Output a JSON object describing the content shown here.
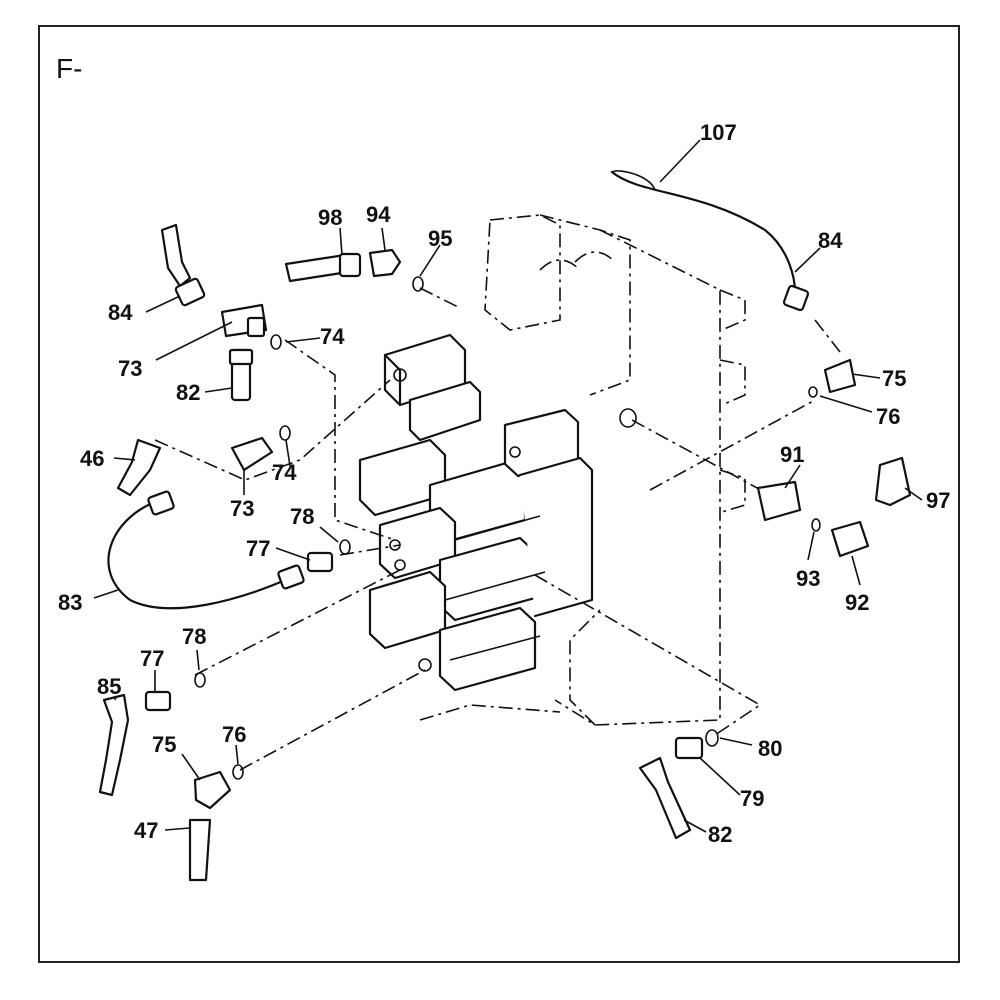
{
  "page": {
    "corner_code": "F-"
  },
  "callouts": [
    {
      "id": "c107",
      "label": "107"
    },
    {
      "id": "c84a",
      "label": "84"
    },
    {
      "id": "c98",
      "label": "98"
    },
    {
      "id": "c94",
      "label": "94"
    },
    {
      "id": "c95",
      "label": "95"
    },
    {
      "id": "c84b",
      "label": "84"
    },
    {
      "id": "c73a",
      "label": "73"
    },
    {
      "id": "c74a",
      "label": "74"
    },
    {
      "id": "c82a",
      "label": "82"
    },
    {
      "id": "c75a",
      "label": "75"
    },
    {
      "id": "c76a",
      "label": "76"
    },
    {
      "id": "c46",
      "label": "46"
    },
    {
      "id": "c74b",
      "label": "74"
    },
    {
      "id": "c73b",
      "label": "73"
    },
    {
      "id": "c91",
      "label": "91"
    },
    {
      "id": "c97",
      "label": "97"
    },
    {
      "id": "c78a",
      "label": "78"
    },
    {
      "id": "c77a",
      "label": "77"
    },
    {
      "id": "c93",
      "label": "93"
    },
    {
      "id": "c92",
      "label": "92"
    },
    {
      "id": "c83",
      "label": "83"
    },
    {
      "id": "c78b",
      "label": "78"
    },
    {
      "id": "c77b",
      "label": "77"
    },
    {
      "id": "c85",
      "label": "85"
    },
    {
      "id": "c76b",
      "label": "76"
    },
    {
      "id": "c75b",
      "label": "75"
    },
    {
      "id": "c80",
      "label": "80"
    },
    {
      "id": "c79",
      "label": "79"
    },
    {
      "id": "c47",
      "label": "47"
    },
    {
      "id": "c82b",
      "label": "82"
    }
  ]
}
